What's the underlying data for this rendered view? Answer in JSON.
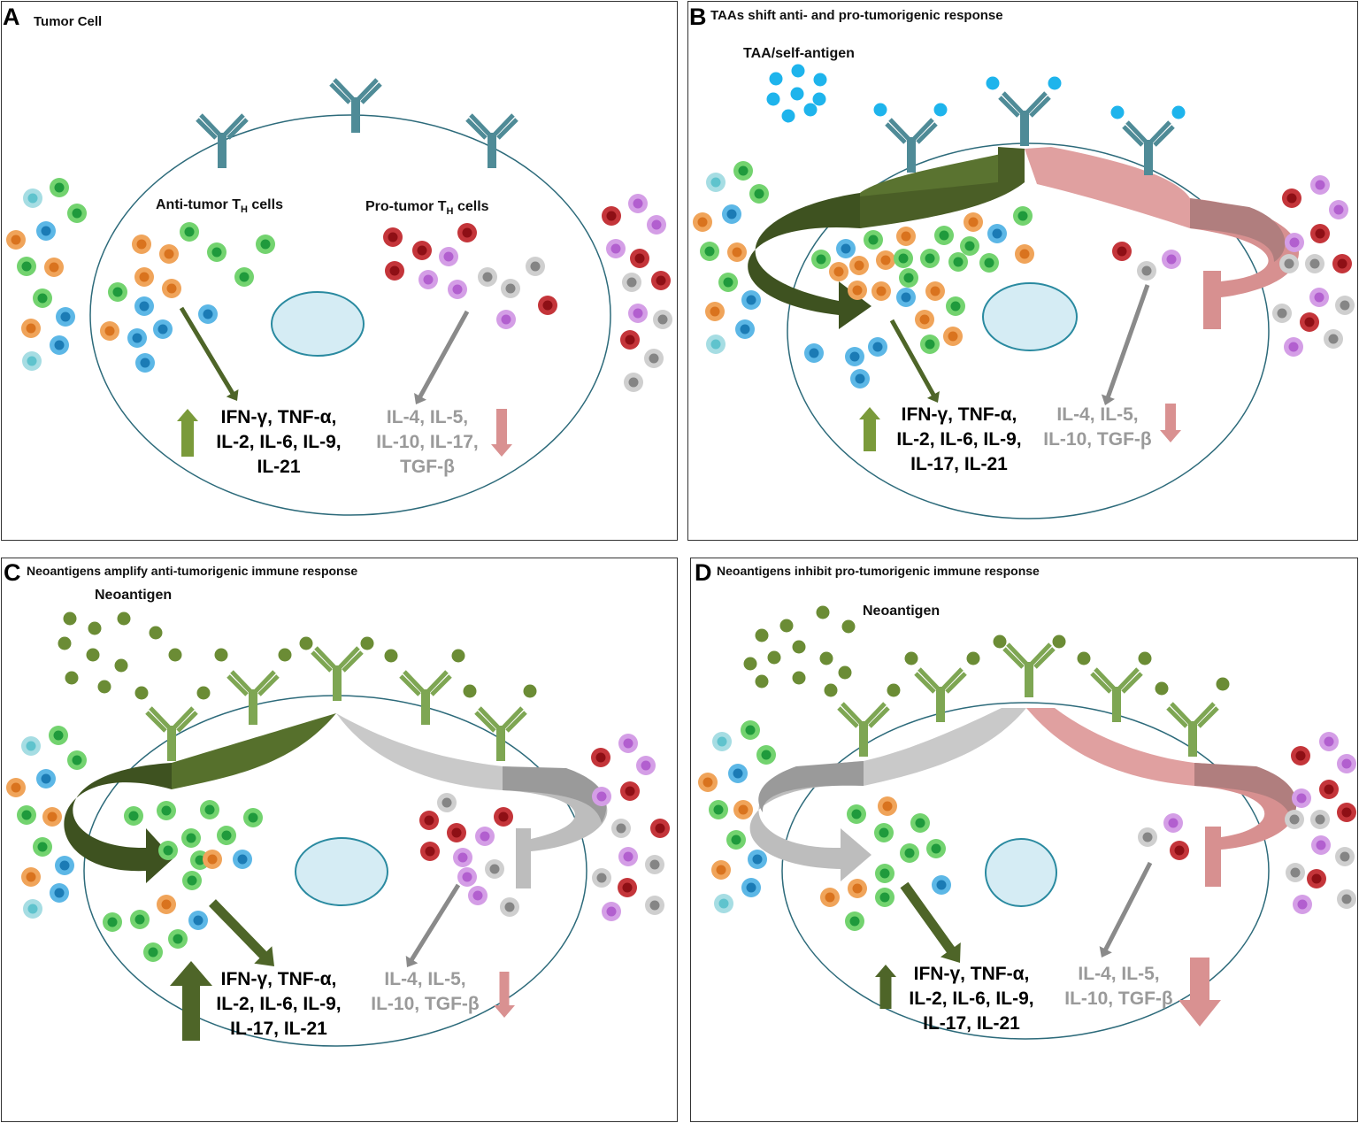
{
  "panels": [
    {
      "letter": "A",
      "title": "Tumor Cell",
      "anti_label": "Anti-tumor T",
      "anti_sub": "H",
      "anti_suffix": " cells",
      "pro_label": "Pro-tumor T",
      "pro_sub": "H",
      "pro_suffix": " cells",
      "anti_cytokines": [
        "IFN-γ, TNF-α,",
        "IL-2, IL-6, IL-9,",
        "IL-21"
      ],
      "pro_cytokines": [
        "IL-4, IL-5,",
        "IL-10, IL-17,",
        "TGF-β"
      ]
    },
    {
      "letter": "B",
      "title": "TAAs shift anti- and pro-tumorigenic response",
      "antigen_label": "TAA/self-antigen",
      "anti_cytokines": [
        "IFN-γ, TNF-α,",
        "IL-2, IL-6, IL-9,",
        "IL-17, IL-21"
      ],
      "pro_cytokines": [
        "IL-4, IL-5,",
        "IL-10, TGF-β"
      ]
    },
    {
      "letter": "C",
      "title": "Neoantigens amplify anti-tumorigenic immune response",
      "antigen_label": "Neoantigen",
      "anti_cytokines": [
        "IFN-γ, TNF-α,",
        "IL-2, IL-6, IL-9,",
        "IL-17, IL-21"
      ],
      "pro_cytokines": [
        "IL-4, IL-5,",
        "IL-10, TGF-β"
      ]
    },
    {
      "letter": "D",
      "title": "Neoantigens inhibit pro-tumorigenic immune response",
      "antigen_label": "Neoantigen",
      "anti_cytokines": [
        "IFN-γ, TNF-α,",
        "IL-2, IL-6, IL-9,",
        "IL-17, IL-21"
      ],
      "pro_cytokines": [
        "IL-4, IL-5,",
        "IL-10, TGF-β"
      ]
    }
  ],
  "colors": {
    "receptor_teal": "#4f8b97",
    "receptor_green": "#7ea653",
    "taa_blue": "#1eb4ec",
    "neoantigen_green": "#6b8c35",
    "arrow_dark_green": "#4e6528",
    "arrow_up_light_green": "#7a9a3a",
    "arrow_pink": "#d99191",
    "arrow_grey": "#bdbdbd",
    "cell_outline": "#2c6a7a",
    "nucleus_fill": "#d5ecf4",
    "nucleus_stroke": "#2a8aa0"
  },
  "icons": [
    "y-receptor-icon",
    "t-cell-icon",
    "nucleus-icon",
    "antigen-dot-icon",
    "curved-arrow-icon",
    "inhibition-arrow-icon"
  ]
}
